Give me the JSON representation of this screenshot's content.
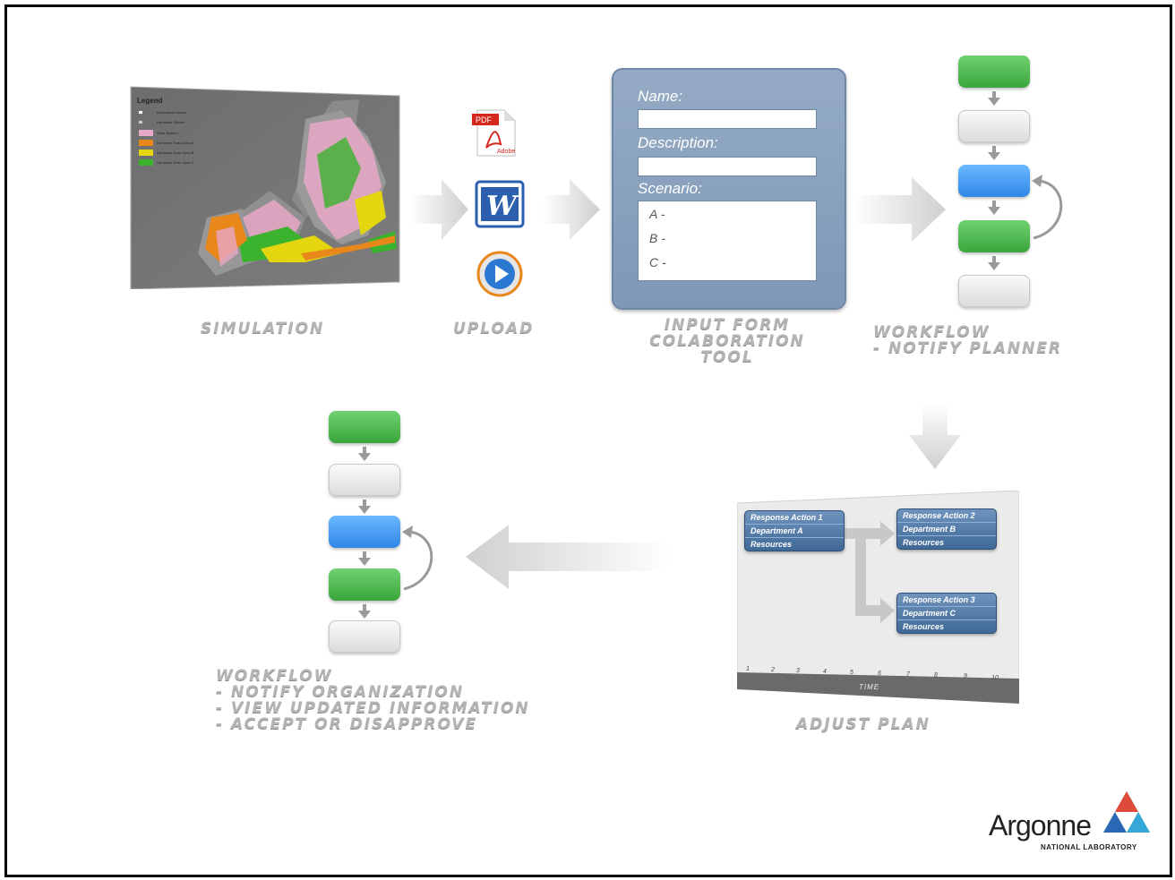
{
  "map": {
    "legend_title": "Legend",
    "legend_items": [
      {
        "label": "Evacuation Center",
        "color": "#ffffff"
      },
      {
        "label": "Hurricane Shelter",
        "color": "#cccccc"
      },
      {
        "label": "Solar System",
        "color": "#e7a7c7"
      },
      {
        "label": "Hurricane Evac Zone A",
        "color": "#e8871a"
      },
      {
        "label": "Hurricane Evac Zone B",
        "color": "#e3d60f"
      },
      {
        "label": "Hurricane Evac Zone C",
        "color": "#3cb32e"
      }
    ]
  },
  "icons": {
    "pdf_label": "PDF",
    "adobe_label": "Adobe",
    "word_label": "W"
  },
  "form": {
    "name_label": "Name:",
    "description_label": "Description:",
    "scenario_label": "Scenario:",
    "options": [
      "A -",
      "B -",
      "C -"
    ]
  },
  "captions": {
    "simulation": "SIMULATION",
    "upload": "UPLOAD",
    "input_form": "INPUT FORM\nCOLABORATION\nTOOL",
    "workflow_planner": "WORKFLOW\n- NOTIFY PLANNER",
    "adjust_plan": "ADJUST PLAN",
    "workflow_org": "WORKFLOW\n- NOTIFY ORGANIZATION\n- VIEW UPDATED INFORMATION\n- ACCEPT OR DISAPPROVE"
  },
  "plan": {
    "cards": [
      {
        "action": "Response Action 1",
        "department": "Department A",
        "resources": "Resources"
      },
      {
        "action": "Response Action 2",
        "department": "Department B",
        "resources": "Resources"
      },
      {
        "action": "Response Action 3",
        "department": "Department C",
        "resources": "Resources"
      }
    ],
    "ticks": [
      "1",
      "2",
      "3",
      "4",
      "5",
      "6",
      "7",
      "8",
      "9",
      "10"
    ],
    "time_label": "TIME"
  },
  "logo": {
    "name": "Argonne",
    "subtitle": "NATIONAL LABORATORY"
  },
  "colors": {
    "green": "#3aa63c",
    "blue": "#2f86e6",
    "white": "#eeeeee",
    "form": "#8aa2bf",
    "plan_card": "#4f78a6"
  }
}
